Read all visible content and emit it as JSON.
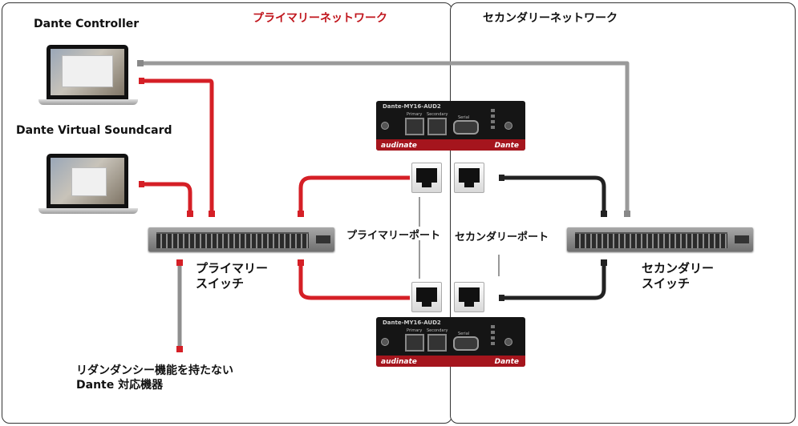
{
  "headers": {
    "primary_network": "プライマリーネットワーク",
    "secondary_network": "セカンダリーネットワーク"
  },
  "devices": {
    "dante_controller": "Dante Controller",
    "dante_vsc": "Dante Virtual Soundcard",
    "primary_switch": [
      "プライマリー",
      "スイッチ"
    ],
    "secondary_switch": [
      "セカンダリー",
      "スイッチ"
    ],
    "non_redundant": [
      "リダンダンシー機能を持たない",
      "Dante 対応機器"
    ]
  },
  "ports": {
    "primary_port": "プライマリーポート",
    "secondary_port": "セカンダリーポート"
  },
  "card": {
    "model": "Dante-MY16-AUD2",
    "primary": "Primary",
    "secondary": "Secondary",
    "serial": "Serial",
    "brand_left": "audinate",
    "brand_right": "Dante"
  },
  "colors": {
    "primary_cable": "#d51f26",
    "secondary_cable": "#222222",
    "controller_cable": "#9a9a9a",
    "primary_header": "#c0151c"
  }
}
